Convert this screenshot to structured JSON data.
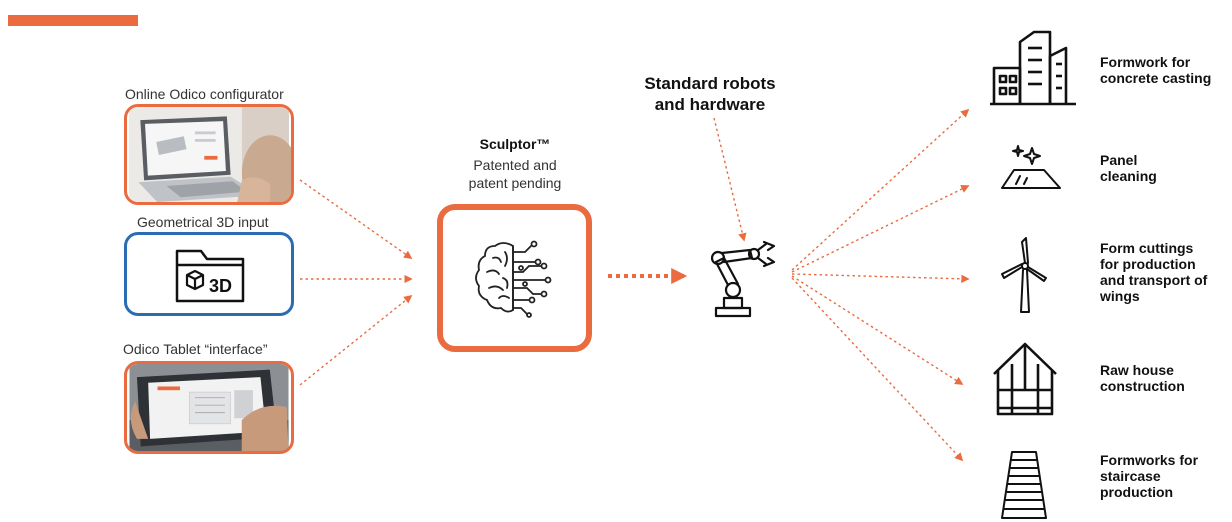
{
  "colors": {
    "accent": "#e96b3f",
    "blue": "#2a6db2",
    "ink": "#111111"
  },
  "inputs": [
    {
      "label": "Online Odico configurator",
      "icon": "laptop-photo"
    },
    {
      "label": "Geometrical 3D input",
      "icon": "folder-3d-icon",
      "badge": "3D"
    },
    {
      "label": "Odico Tablet “interface”",
      "icon": "tablet-photo"
    }
  ],
  "center": {
    "title": "Sculptor™",
    "subtitle_line1": "Patented and",
    "subtitle_line2": "patent pending",
    "icon": "brain-circuit-icon"
  },
  "robots": {
    "title_line1": "Standard robots",
    "title_line2": "and hardware",
    "icon": "robot-arm-icon"
  },
  "outputs": [
    {
      "icon": "buildings-icon",
      "line1": "Formwork for",
      "line2": "concrete casting"
    },
    {
      "icon": "sparkle-panel-icon",
      "line1": "Panel",
      "line2": "cleaning"
    },
    {
      "icon": "wind-turbine-icon",
      "line1": "Form cuttings",
      "line2": "for production",
      "line3": "and transport of",
      "line4": "wings"
    },
    {
      "icon": "house-frame-icon",
      "line1": "Raw house",
      "line2": "construction"
    },
    {
      "icon": "staircase-icon",
      "line1": "Formworks for",
      "line2": "staircase",
      "line3": "production"
    }
  ]
}
